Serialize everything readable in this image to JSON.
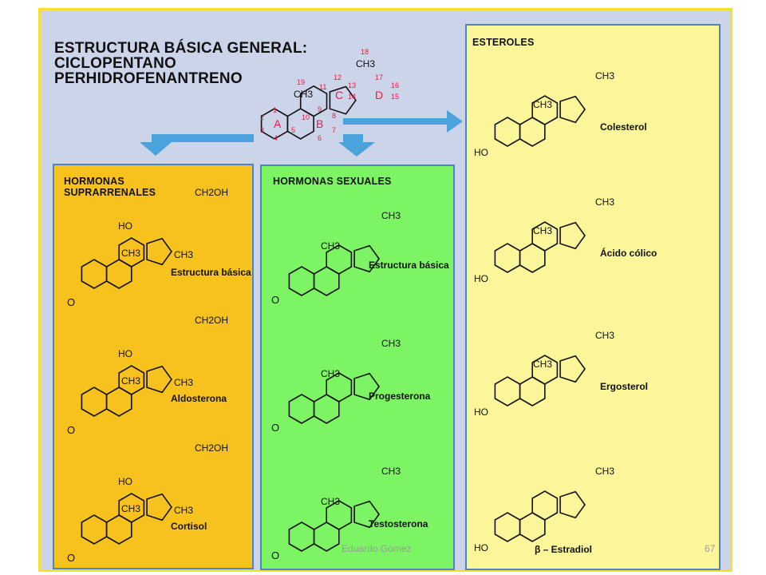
{
  "slide": {
    "title_lines": [
      "ESTRUCTURA BÁSICA GENERAL:",
      "CICLOPENTANO",
      "PERHIDROFENANTRENO"
    ],
    "author": "Eduardo Gómez",
    "page_number": "67"
  },
  "basic_structure": {
    "ring_labels": [
      "A",
      "B",
      "C",
      "D"
    ],
    "methyl_label": "CH3",
    "carbon_numbers": [
      "1",
      "2",
      "3",
      "4",
      "5",
      "6",
      "7",
      "8",
      "9",
      "10",
      "11",
      "12",
      "13",
      "14",
      "15",
      "16",
      "17",
      "18",
      "19"
    ]
  },
  "panels": {
    "suprarrenales": {
      "title_lines": [
        "HORMONAS",
        "SUPRARRENALES"
      ],
      "molecules": [
        "Estructura básica",
        "Aldosterona",
        "Cortisol"
      ]
    },
    "sexuales": {
      "title": "HORMONAS SEXUALES",
      "molecules": [
        "Estructura básica",
        "Progesterona",
        "Testosterona"
      ]
    },
    "esteroles": {
      "title": "ESTEROLES",
      "molecules": [
        "Colesterol",
        "Ácido cólico",
        "Ergosterol",
        "β – Estradiol"
      ]
    }
  },
  "colors": {
    "background": "#ccd4ea",
    "frame": "#f3e22c",
    "panel_suprarrenales": "#f7c21e",
    "panel_sexuales": "#7cf463",
    "panel_esteroles": "#fbf699",
    "panel_border": "#4f83c8",
    "arrow": "#4aa3dc",
    "numbering": "#e0204a"
  }
}
